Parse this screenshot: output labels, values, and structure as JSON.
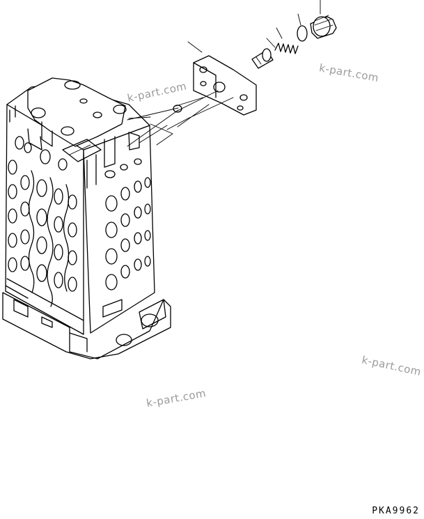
{
  "watermarks": [
    "k-part.com",
    "k-part.com",
    "k-part.com",
    "k-part.com"
  ],
  "figure_code": "PKA9962"
}
